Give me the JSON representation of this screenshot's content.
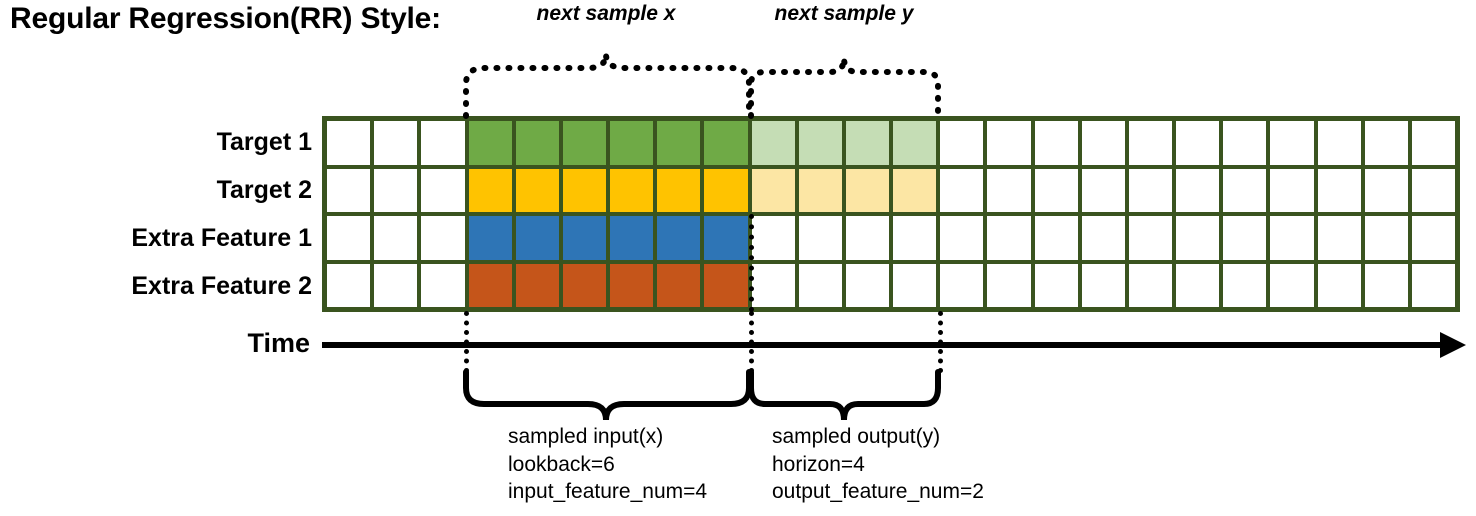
{
  "title": "Regular Regression(RR) Style:",
  "rows": [
    {
      "label": "Target 1",
      "color_solid": "#6FAA46",
      "color_faded": "#C5DDB5",
      "solid_count": 6,
      "faded_count": 4
    },
    {
      "label": "Target 2",
      "color_solid": "#FFC300",
      "color_faded": "#FCE6A4",
      "solid_count": 6,
      "faded_count": 4
    },
    {
      "label": "Extra Feature 1",
      "color_solid": "#2E75B6",
      "color_faded": null,
      "solid_count": 6,
      "faded_count": 0
    },
    {
      "label": "Extra Feature 2",
      "color_solid": "#C5551A",
      "color_faded": null,
      "solid_count": 6,
      "faded_count": 0
    }
  ],
  "grid": {
    "total_columns": 24,
    "total_rows": 4,
    "lead_blank_columns": 3,
    "border_color": "#3A541F",
    "empty_cell_color": "#ffffff"
  },
  "axis": {
    "label": "Time"
  },
  "top_braces": [
    {
      "label": "next sample x"
    },
    {
      "label": "next sample y"
    }
  ],
  "bottom_braces": [
    {
      "line1": "sampled input(x)",
      "line2": "lookback=6",
      "line3": "input_feature_num=4"
    },
    {
      "line1": "sampled output(y)",
      "line2": "horizon=4",
      "line3": "output_feature_num=2"
    }
  ]
}
